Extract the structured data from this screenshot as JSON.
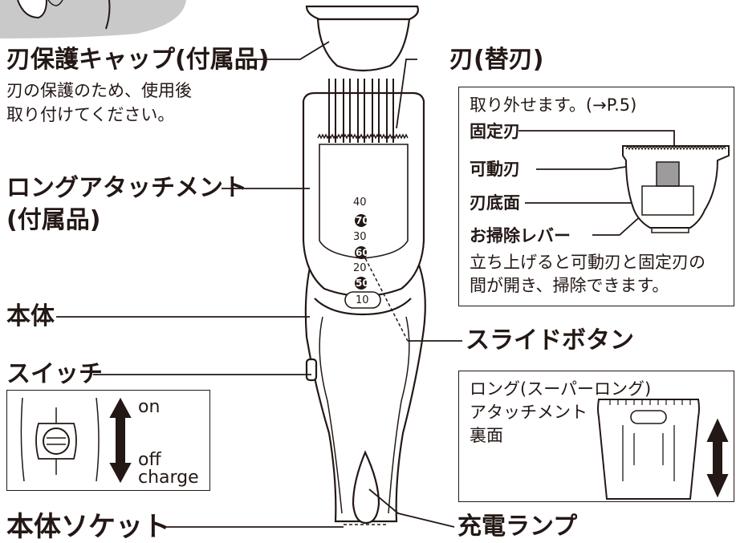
{
  "labels": {
    "cap": "刃保護キャップ(付属品)",
    "cap_note_1": "刃の保護のため、使用後",
    "cap_note_2": "取り付けてください。",
    "attachment_1": "ロングアタッチメント",
    "attachment_2": "(付属品)",
    "body": "本体",
    "switch": "スイッチ",
    "socket": "本体ソケット",
    "blade": "刃(替刃)",
    "slide_button": "スライドボタン",
    "charge_lamp": "充電ランプ"
  },
  "blade_box": {
    "remove_note": "取り外せます。(→P.5)",
    "fixed_blade": "固定刃",
    "moving_blade": "可動刃",
    "blade_bottom": "刃底面",
    "cleaning_lever": "お掃除レバー",
    "desc_1": "立ち上げると可動刃と固定刃の",
    "desc_2": "間が開き、掃除できます。"
  },
  "switch_box": {
    "on": "on",
    "off": "off",
    "charge": "charge"
  },
  "attachment_box": {
    "line_1": "ロング(スーパーロング)",
    "line_2": "アタッチメント",
    "line_3": "裏面"
  },
  "scale_marks": {
    "m40": "40",
    "m70": "70",
    "m30": "30",
    "m60": "60",
    "m20": "20",
    "m50": "50",
    "m10": "10"
  },
  "colors": {
    "ink": "#231815",
    "corner_gray": "#c9c9c9",
    "line": "#231815"
  }
}
